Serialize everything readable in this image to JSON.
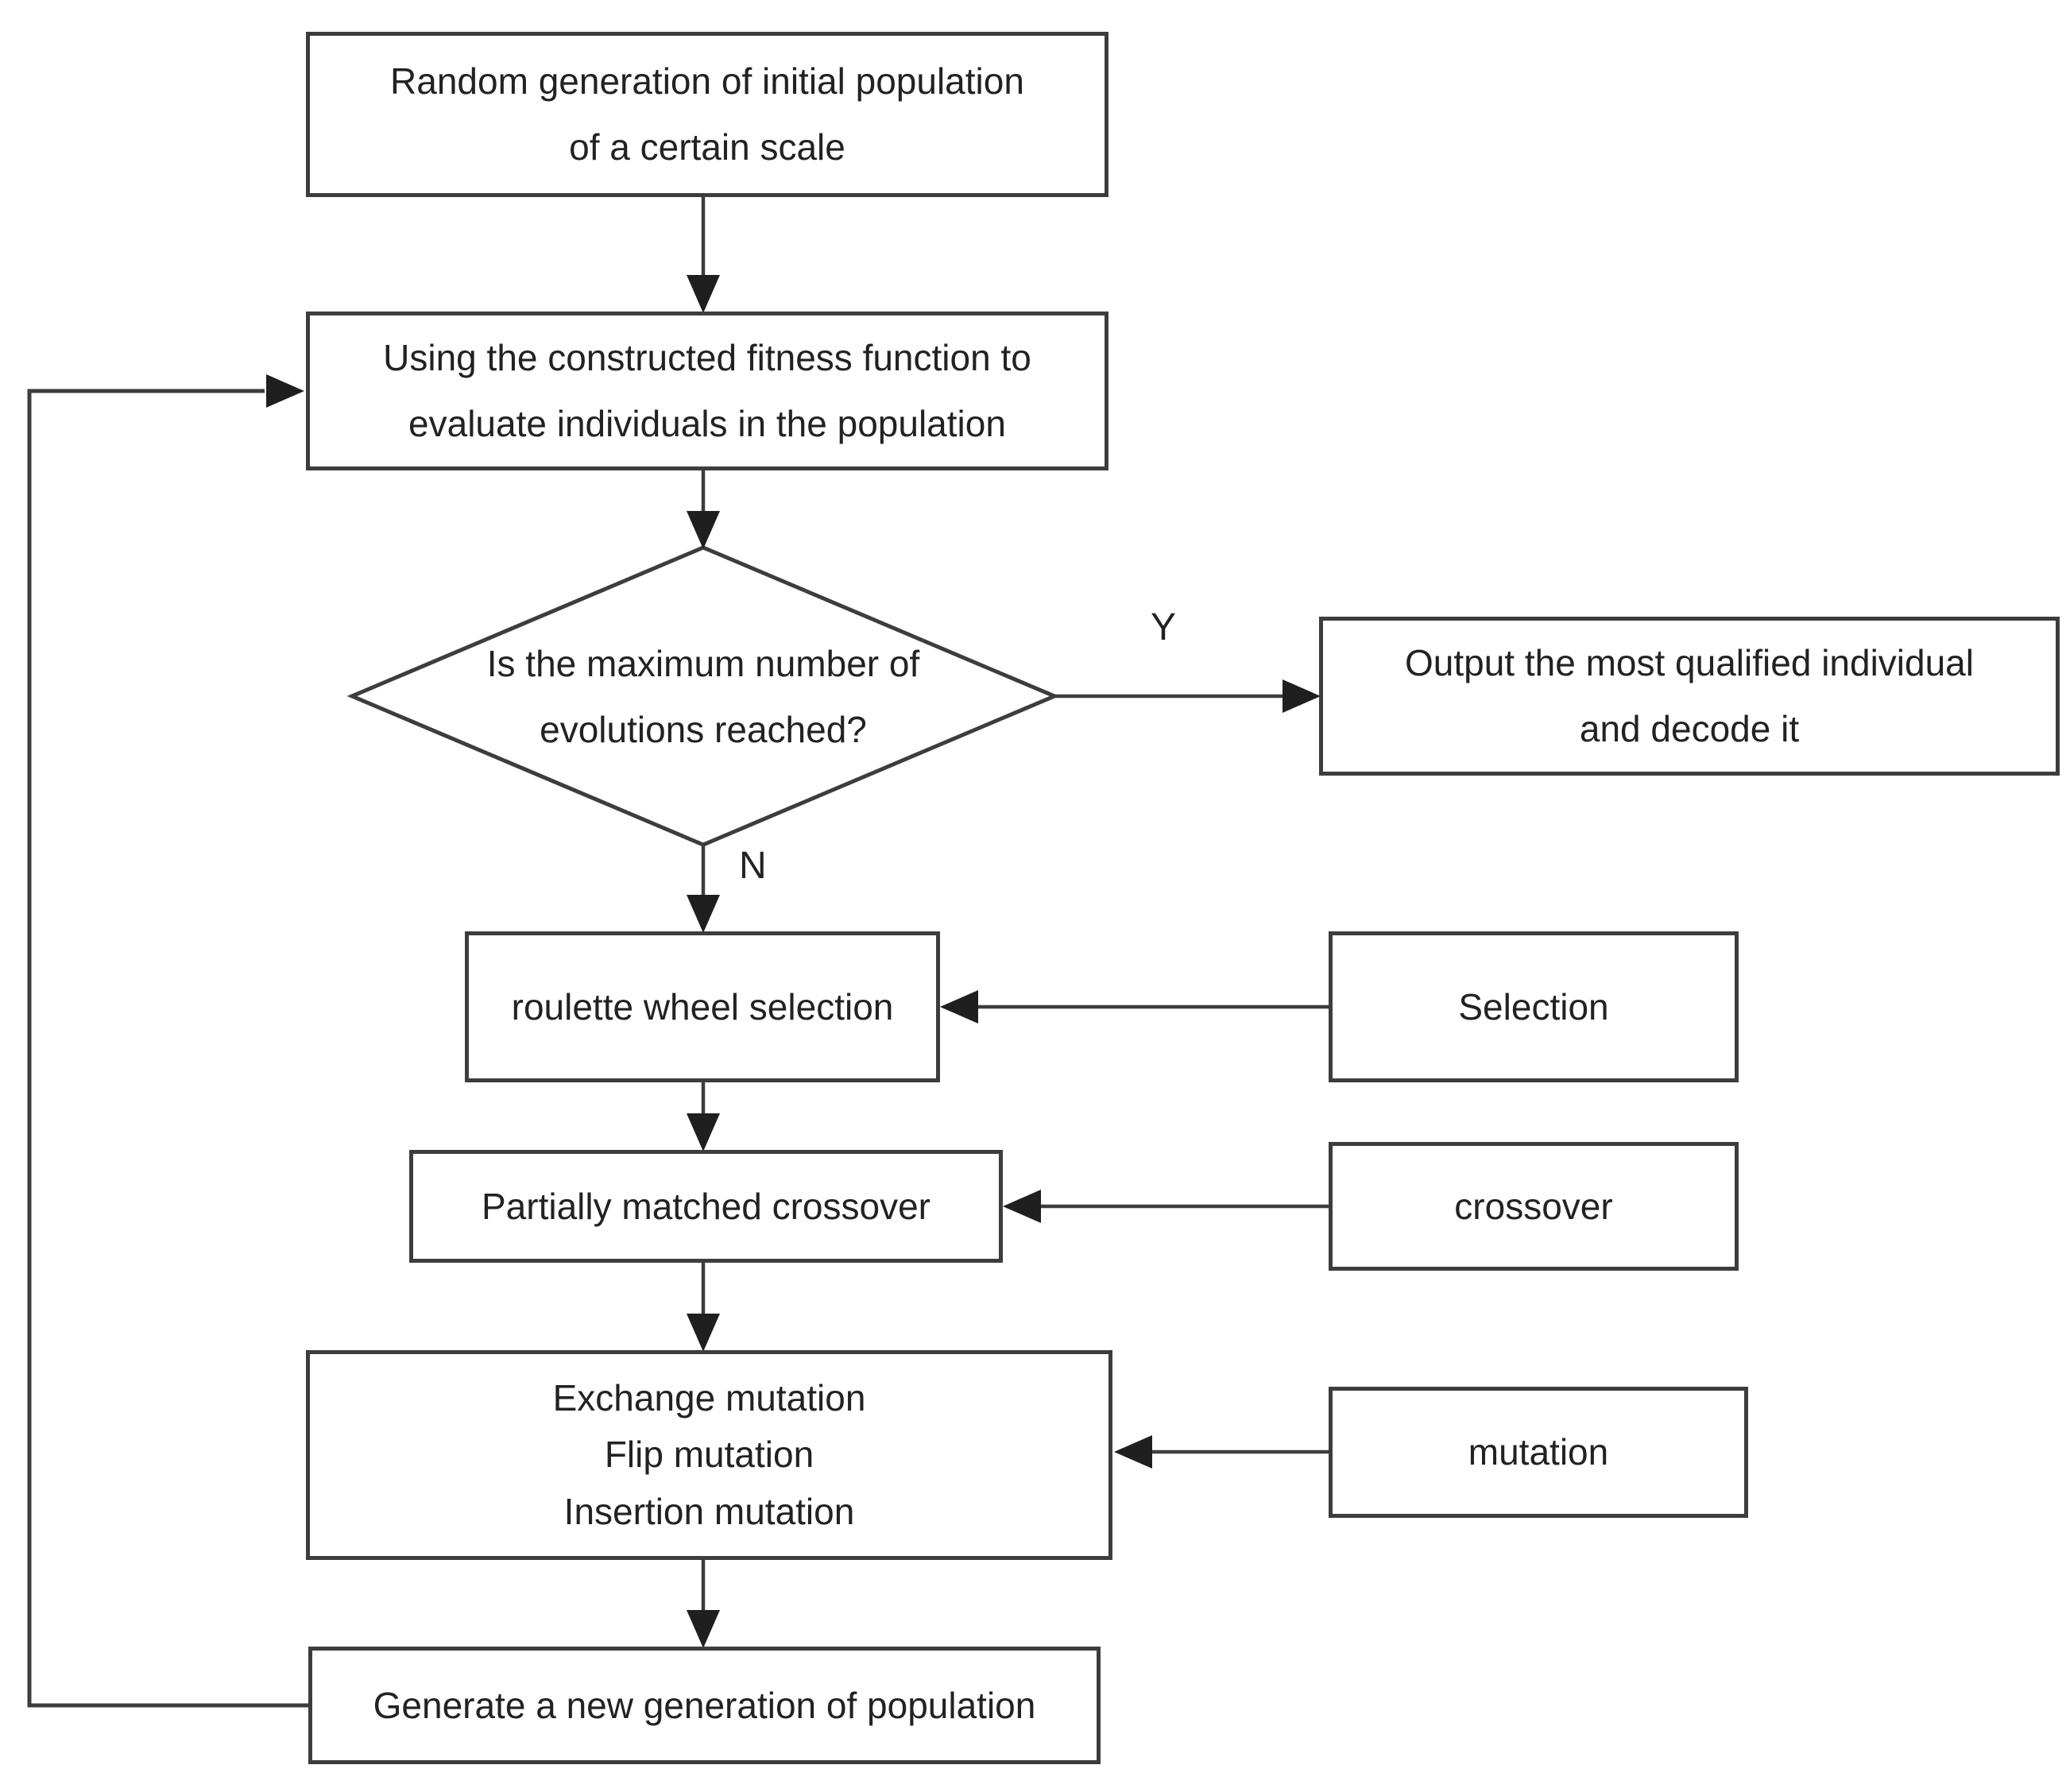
{
  "flowchart": {
    "nodes": {
      "random": {
        "label": "Random generation of initial population\nof a certain scale",
        "shape": "rect"
      },
      "fitness": {
        "label": "Using the constructed fitness function to\nevaluate individuals in the population",
        "shape": "rect"
      },
      "decision": {
        "label": "Is the maximum number of\nevolutions reached?",
        "shape": "diamond"
      },
      "output": {
        "label": "Output the most qualified individual\nand decode it",
        "shape": "rect"
      },
      "roulette": {
        "label": "roulette wheel selection",
        "shape": "rect"
      },
      "selection": {
        "label": "Selection",
        "shape": "rect"
      },
      "pmx": {
        "label": "Partially matched crossover",
        "shape": "rect"
      },
      "crossover": {
        "label": "crossover",
        "shape": "rect"
      },
      "mutation_ops": {
        "label": "Exchange mutation\nFlip mutation\nInsertion mutation",
        "shape": "rect"
      },
      "mutation": {
        "label": "mutation",
        "shape": "rect"
      },
      "generate": {
        "label": "Generate a new generation of population",
        "shape": "rect"
      }
    },
    "branch_labels": {
      "yes": "Y",
      "no": "N"
    },
    "edges": [
      {
        "from": "random",
        "to": "fitness",
        "label": ""
      },
      {
        "from": "fitness",
        "to": "decision",
        "label": ""
      },
      {
        "from": "decision",
        "to": "output",
        "label": "Y"
      },
      {
        "from": "decision",
        "to": "roulette",
        "label": "N"
      },
      {
        "from": "selection",
        "to": "roulette",
        "label": ""
      },
      {
        "from": "roulette",
        "to": "pmx",
        "label": ""
      },
      {
        "from": "crossover",
        "to": "pmx",
        "label": ""
      },
      {
        "from": "pmx",
        "to": "mutation_ops",
        "label": ""
      },
      {
        "from": "mutation",
        "to": "mutation_ops",
        "label": ""
      },
      {
        "from": "mutation_ops",
        "to": "generate",
        "label": ""
      },
      {
        "from": "generate",
        "to": "fitness",
        "label": ""
      }
    ],
    "colors": {
      "line": "#3d3d3d",
      "text": "#222222",
      "node_fill": "#ffffff",
      "background": "#ffffff"
    }
  }
}
